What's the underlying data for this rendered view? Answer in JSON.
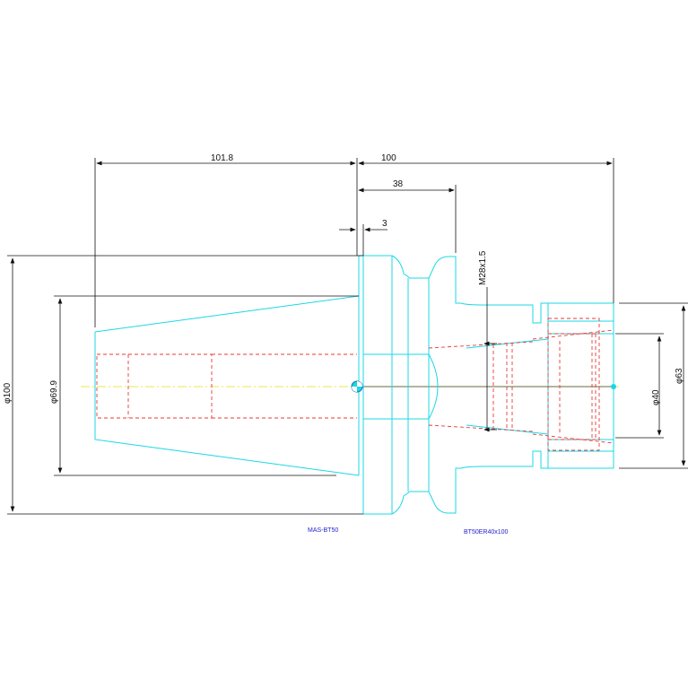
{
  "dimensions": {
    "gauge_length_left": "101.8",
    "gauge_length_right": "100",
    "flange_width": "38",
    "flange_offset": "3",
    "thread": "M28x1.5",
    "diameter_flange": "φ100",
    "diameter_taper": "φ69.9",
    "diameter_nut": "φ63",
    "diameter_bore": "φ40"
  },
  "labels": {
    "taper_name": "MAS-BT50",
    "holder_name": "BT50ER40x100"
  },
  "colors": {
    "outline": "#19d8e6",
    "hidden": "#e83a3a",
    "dimension": "#111111",
    "centerline": "#e8e84a",
    "label": "#2222cc"
  }
}
